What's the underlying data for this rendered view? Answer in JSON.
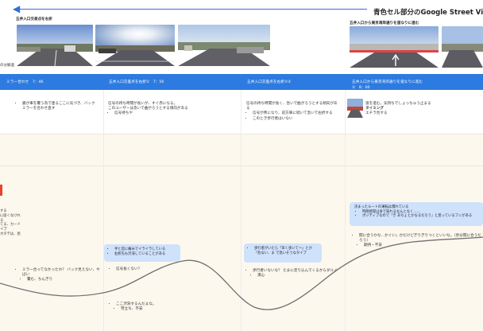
{
  "header": {
    "title": "青色セル部分のGoogle Street View",
    "strip_left_label": "五井入口交差点を右折",
    "strip_right_label": "五井入口から東京湾岸通りを道なりに進む",
    "side_label": "の分解過"
  },
  "steps": [
    {
      "label": "ミラー合わせ　7：46"
    },
    {
      "label": "五井入口交差点を右折①　7：50"
    },
    {
      "label": "五井入口交差点を右折①②"
    },
    {
      "label": "五井入口から東京湾岸通りを道なりに進む",
      "num": "①　8：00"
    }
  ],
  "notes": {
    "col1": [
      "鏡が車を覆う為で連るここに気づき、バックミラーを合わせ直す"
    ],
    "col2_intro": [
      "信号の待ち時間が長いが、すぐ赤になる。",
      "このユーザーは急いで曲がろうとする傾向がある"
    ],
    "col2": [
      "信号待ちや"
    ],
    "col3_intro": [
      "信号の待ち時間が長く、急いで曲がろうとする傾向がある"
    ],
    "col3": [
      "信号が青になり、前方車に続いて急いで右折する",
      "このとき歩行者はいない"
    ],
    "col4": [
      "道を進む。気持ちでしょっちゅう止まる",
      "タイミング",
      "エチラ見する"
    ],
    "col4_lower": [
      "間に合うかな…かぐい」かだけどぎりぎりつくといいな。（歩分間に合うだろう）",
      "期待・不安"
    ]
  },
  "bubbles": {
    "b1": [
      "手と首に痛みでイライラしている",
      "右折先も渋滞していることがある"
    ],
    "b2": [
      "歩行者がいたら「早く歩いて～」とか「危ない、ま で急いそうなタイプ"
    ],
    "b3_title": "決まったルートの運転は慣れている",
    "b3": [
      "時間感覚は身で知れるなんとなく……",
      "ポジティブなので「ぎ あちょとかなるだろう」と思っているフシがある"
    ]
  },
  "emotions": {
    "col1_items": [
      "ミラー合ってなかったわ？ バック見えない、やばい",
      "驚む、ちんぎり"
    ],
    "col2_items": [
      "信号長くない？"
    ],
    "col2_low": [
      "ここ渋滞するんだよな。",
      "苛立ち、不安"
    ],
    "col3_items": [
      "歩行者いないな？ たまに走り込んでくるからダルイ",
      "満心"
    ]
  },
  "left_edge": [
    "する",
    "に座くなけれ",
    "る",
    "てる、カード",
    "イプ",
    "ホタテは、拾"
  ],
  "colors": {
    "band": "#2d7be0",
    "bubble": "#cfe2fb",
    "cream": "#fdf8ee",
    "accent_red": "#e8432c",
    "curve": "#707070"
  }
}
